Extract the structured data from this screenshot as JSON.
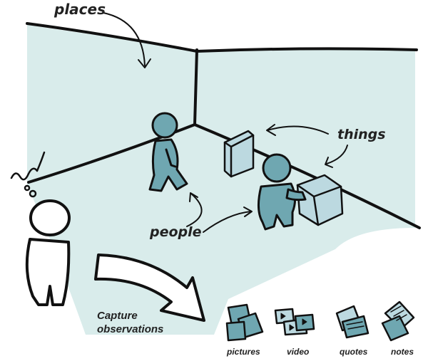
{
  "labels": {
    "places": "places",
    "things": "things",
    "people": "people",
    "capture_line1": "Capture",
    "capture_line2": "observations"
  },
  "outputs": [
    {
      "label": "pictures",
      "icon": "pictures-icon"
    },
    {
      "label": "video",
      "icon": "video-icon"
    },
    {
      "label": "quotes",
      "icon": "quotes-icon"
    },
    {
      "label": "notes",
      "icon": "notes-icon"
    }
  ],
  "colors": {
    "room_fill": "#d9eceb",
    "figure_fill": "#6fa7b1",
    "object_fill": "#bcd9e0",
    "ink": "#111111",
    "arrow_fill": "#ffffff"
  }
}
